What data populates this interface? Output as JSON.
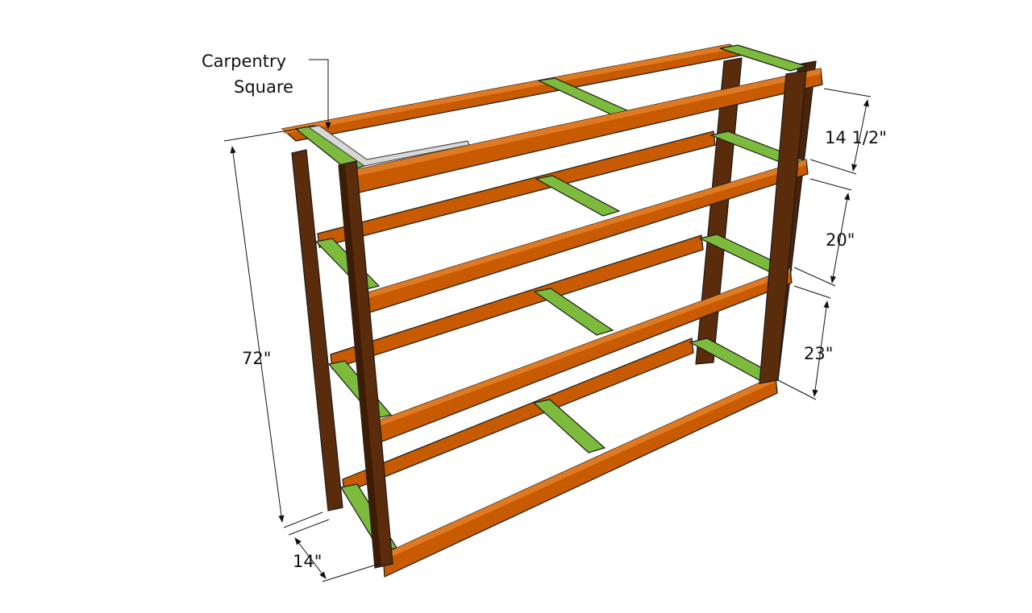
{
  "callout": {
    "line1": "Carpentry",
    "line2": "Square"
  },
  "dimensions": {
    "height_total": "72\"",
    "depth": "14\"",
    "gap_top": "14 1/2\"",
    "gap_upper": "20\"",
    "gap_lower": "23\""
  },
  "colors": {
    "long_rail": "#c85a00",
    "long_rail_top": "#e07a22",
    "cross_support": "#7dbb3c",
    "cross_support_dark": "#5e9a25",
    "leg": "#5a2c0c",
    "leg_dark": "#3d1c06",
    "outline": "#1a1a1a",
    "square": "#d8d8d8"
  }
}
